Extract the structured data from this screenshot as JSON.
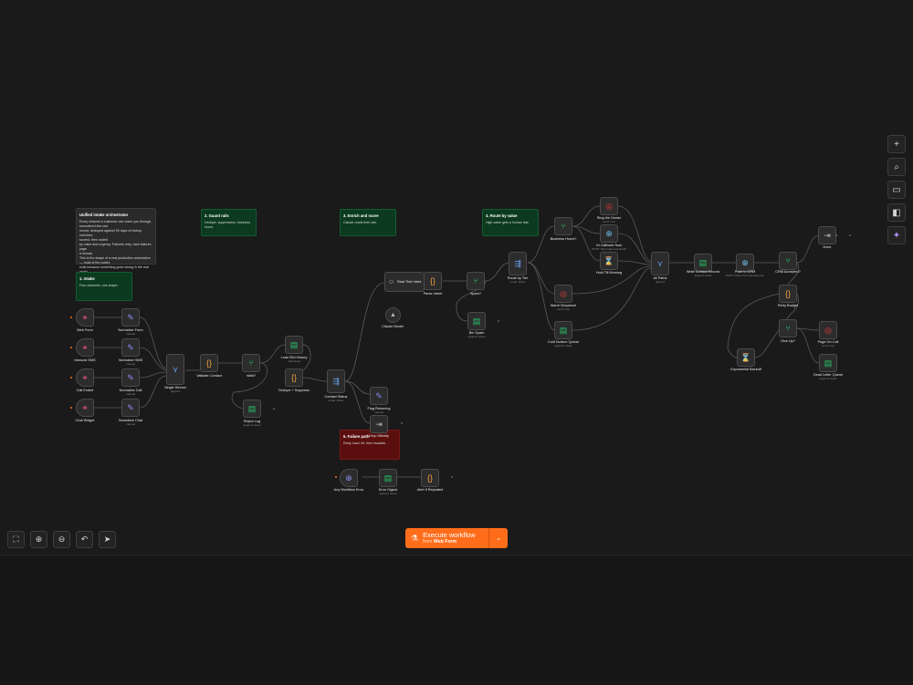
{
  "colors": {
    "canvas": "#1a1a1a",
    "accent": "#ff6d1a",
    "edge": "#5a5a5a",
    "sticky_green": "#0b3a1f",
    "sticky_red": "#5a0e0e"
  },
  "stickies": {
    "intro": {
      "title": "Unified intake orchestrator",
      "lines": [
        "Every channel a customer can reach you through,",
        "normalized into one",
        "record, deduped against 90 days of history, enriched,",
        "scored, then routed",
        "by value and urgency. Failures retry, hard failures page",
        "a human.",
        "",
        "This is the shape of a real production automation — most of the nodes",
        "exist because something goes wrong in the real world."
      ]
    },
    "intake": {
      "title": "1. Intake",
      "body": "Four channels, one shape."
    },
    "guard": {
      "title": "2. Guard rails",
      "body": "Dedupe, suppression, business hours."
    },
    "enrich": {
      "title": "3. Enrich and score",
      "body": "Claude reads their site."
    },
    "route": {
      "title": "4. Route by value",
      "body": "High value gets a human fast."
    },
    "failure": {
      "title": "5. Failure path",
      "body": "Retry, back off, then escalate."
    }
  },
  "nodes": {
    "web_form": {
      "label": "Web Form",
      "icon": "webhook-icon"
    },
    "normalize_form": {
      "label": "Normalize Form",
      "sub": "manual"
    },
    "inbound_sms": {
      "label": "Inbound SMS",
      "icon": "webhook-icon"
    },
    "normalize_sms": {
      "label": "Normalize SMS",
      "sub": "manual"
    },
    "call_ended": {
      "label": "Call Ended",
      "icon": "webhook-icon"
    },
    "normalize_call": {
      "label": "Normalize Call",
      "sub": "manual"
    },
    "chat_widget": {
      "label": "Chat Widget",
      "icon": "webhook-icon"
    },
    "normalize_chat": {
      "label": "Normalize Chat",
      "sub": "manual"
    },
    "single_stream": {
      "label": "Single Stream",
      "sub": "append"
    },
    "validate_contact": {
      "label": "Validate Contact"
    },
    "valid": {
      "label": "Valid?"
    },
    "load_history": {
      "label": "Load 90d History",
      "sub": "read sheet"
    },
    "dedupe_suppress": {
      "label": "Dedupe + Suppress"
    },
    "reject_log": {
      "label": "Reject Log",
      "sub": "append: sheet"
    },
    "contact_status": {
      "label": "Contact Status",
      "sub": "mode: Rules"
    },
    "read_their_intent": {
      "label": "Read Their Intent"
    },
    "claude_model": {
      "label": "Claude Model"
    },
    "parse_intent": {
      "label": "Parse Intent"
    },
    "flag_returning": {
      "label": "Flag Returning",
      "sub": "manual"
    },
    "drop_silently": {
      "label": "Drop Silently"
    },
    "spam": {
      "label": "Spam?"
    },
    "bin_spam": {
      "label": "Bin Spam",
      "sub": "append: sheet"
    },
    "route_by_tier": {
      "label": "Route by Tier",
      "sub": "mode: Rules"
    },
    "business_hours": {
      "label": "Business Hours?"
    },
    "ring_the_owner": {
      "label": "Ring the Owner",
      "sub": "send: sms"
    },
    "ai_callback_now": {
      "label": "AI Callback Now",
      "sub": "POST: https://api.vapi.ai/call"
    },
    "hold_till_morning": {
      "label": "Hold Till Morning"
    },
    "warm_sequence": {
      "label": "Warm Sequence",
      "sub": "send: sms"
    },
    "cold_nurture": {
      "label": "Cold Nurture Queue",
      "sub": "append: sheet"
    },
    "all_paths": {
      "label": "All Paths",
      "sub": "append"
    },
    "write_contact_record": {
      "label": "Write Contact Record",
      "sub": "append: sheet"
    },
    "push_to_crm": {
      "label": "Push to CRM",
      "sub": "POST: https://crm.example.com"
    },
    "crm_accepted": {
      "label": "CRM Accepted?"
    },
    "done": {
      "label": "Done"
    },
    "retry_budget": {
      "label": "Retry Budget"
    },
    "exponential_backoff": {
      "label": "Exponential Backoff"
    },
    "give_up": {
      "label": "Give Up?"
    },
    "page_on_call": {
      "label": "Page On-Call",
      "sub": "send: sms"
    },
    "dead_letter_queue": {
      "label": "Dead Letter Queue",
      "sub": "append: sheet"
    },
    "any_workflow_error": {
      "label": "Any Workflow Error"
    },
    "error_digest": {
      "label": "Error Digest",
      "sub": "append: sheet"
    },
    "alert_if_repeated": {
      "label": "Alert If Repeated"
    }
  },
  "toolbar": {
    "buttons": [
      "zoom-to-fit-icon",
      "zoom-in-icon",
      "zoom-out-icon",
      "undo-icon",
      "pointer-icon"
    ]
  },
  "sidebar": {
    "buttons": [
      "plus-icon",
      "search-icon",
      "note-icon",
      "panel-icon",
      "sparkle-icon"
    ]
  },
  "execute": {
    "label": "Execute workflow",
    "from_prefix": "from",
    "from_node": "Web Form"
  }
}
